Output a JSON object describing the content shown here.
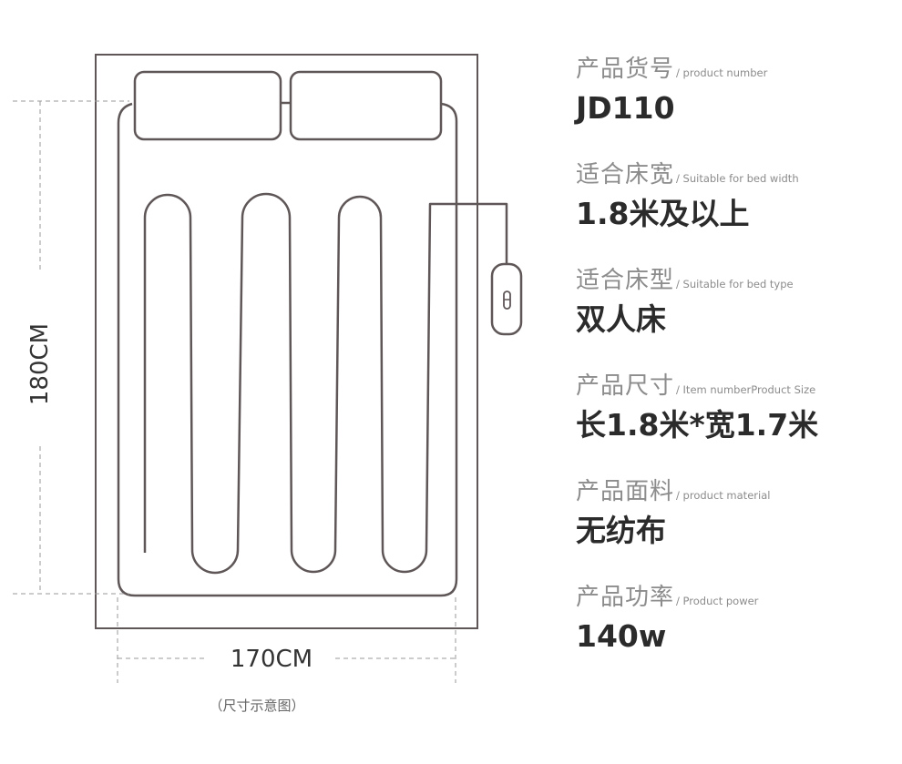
{
  "diagram": {
    "dimension_height": "180CM",
    "dimension_width": "170CM",
    "caption": "（尺寸示意图）"
  },
  "specs": [
    {
      "label": "产品货号",
      "sub": "/ product number",
      "value": "JD110"
    },
    {
      "label": "适合床宽",
      "sub": "/ Suitable for bed width",
      "value": "1.8米及以上"
    },
    {
      "label": "适合床型",
      "sub": "/ Suitable for bed type",
      "value": "双人床"
    },
    {
      "label": "产品尺寸",
      "sub": "/ Item numberProduct Size",
      "value": "长1.8米*宽1.7米"
    },
    {
      "label": "产品面料",
      "sub": "/ product material",
      "value": "无纺布"
    },
    {
      "label": "产品功率",
      "sub": "/ Product power",
      "value": "140w"
    }
  ]
}
